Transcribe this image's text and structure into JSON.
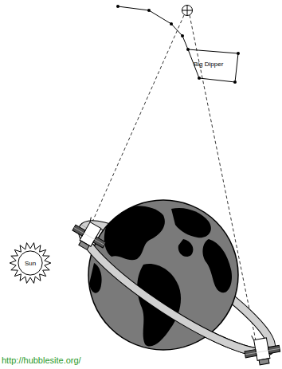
{
  "diagram": {
    "nodes": [
      {
        "text": [
          "Sun"
        ]
      }
    ],
    "labels": [
      "Big Dipper",
      "http://hubblesite.org/"
    ]
  }
}
